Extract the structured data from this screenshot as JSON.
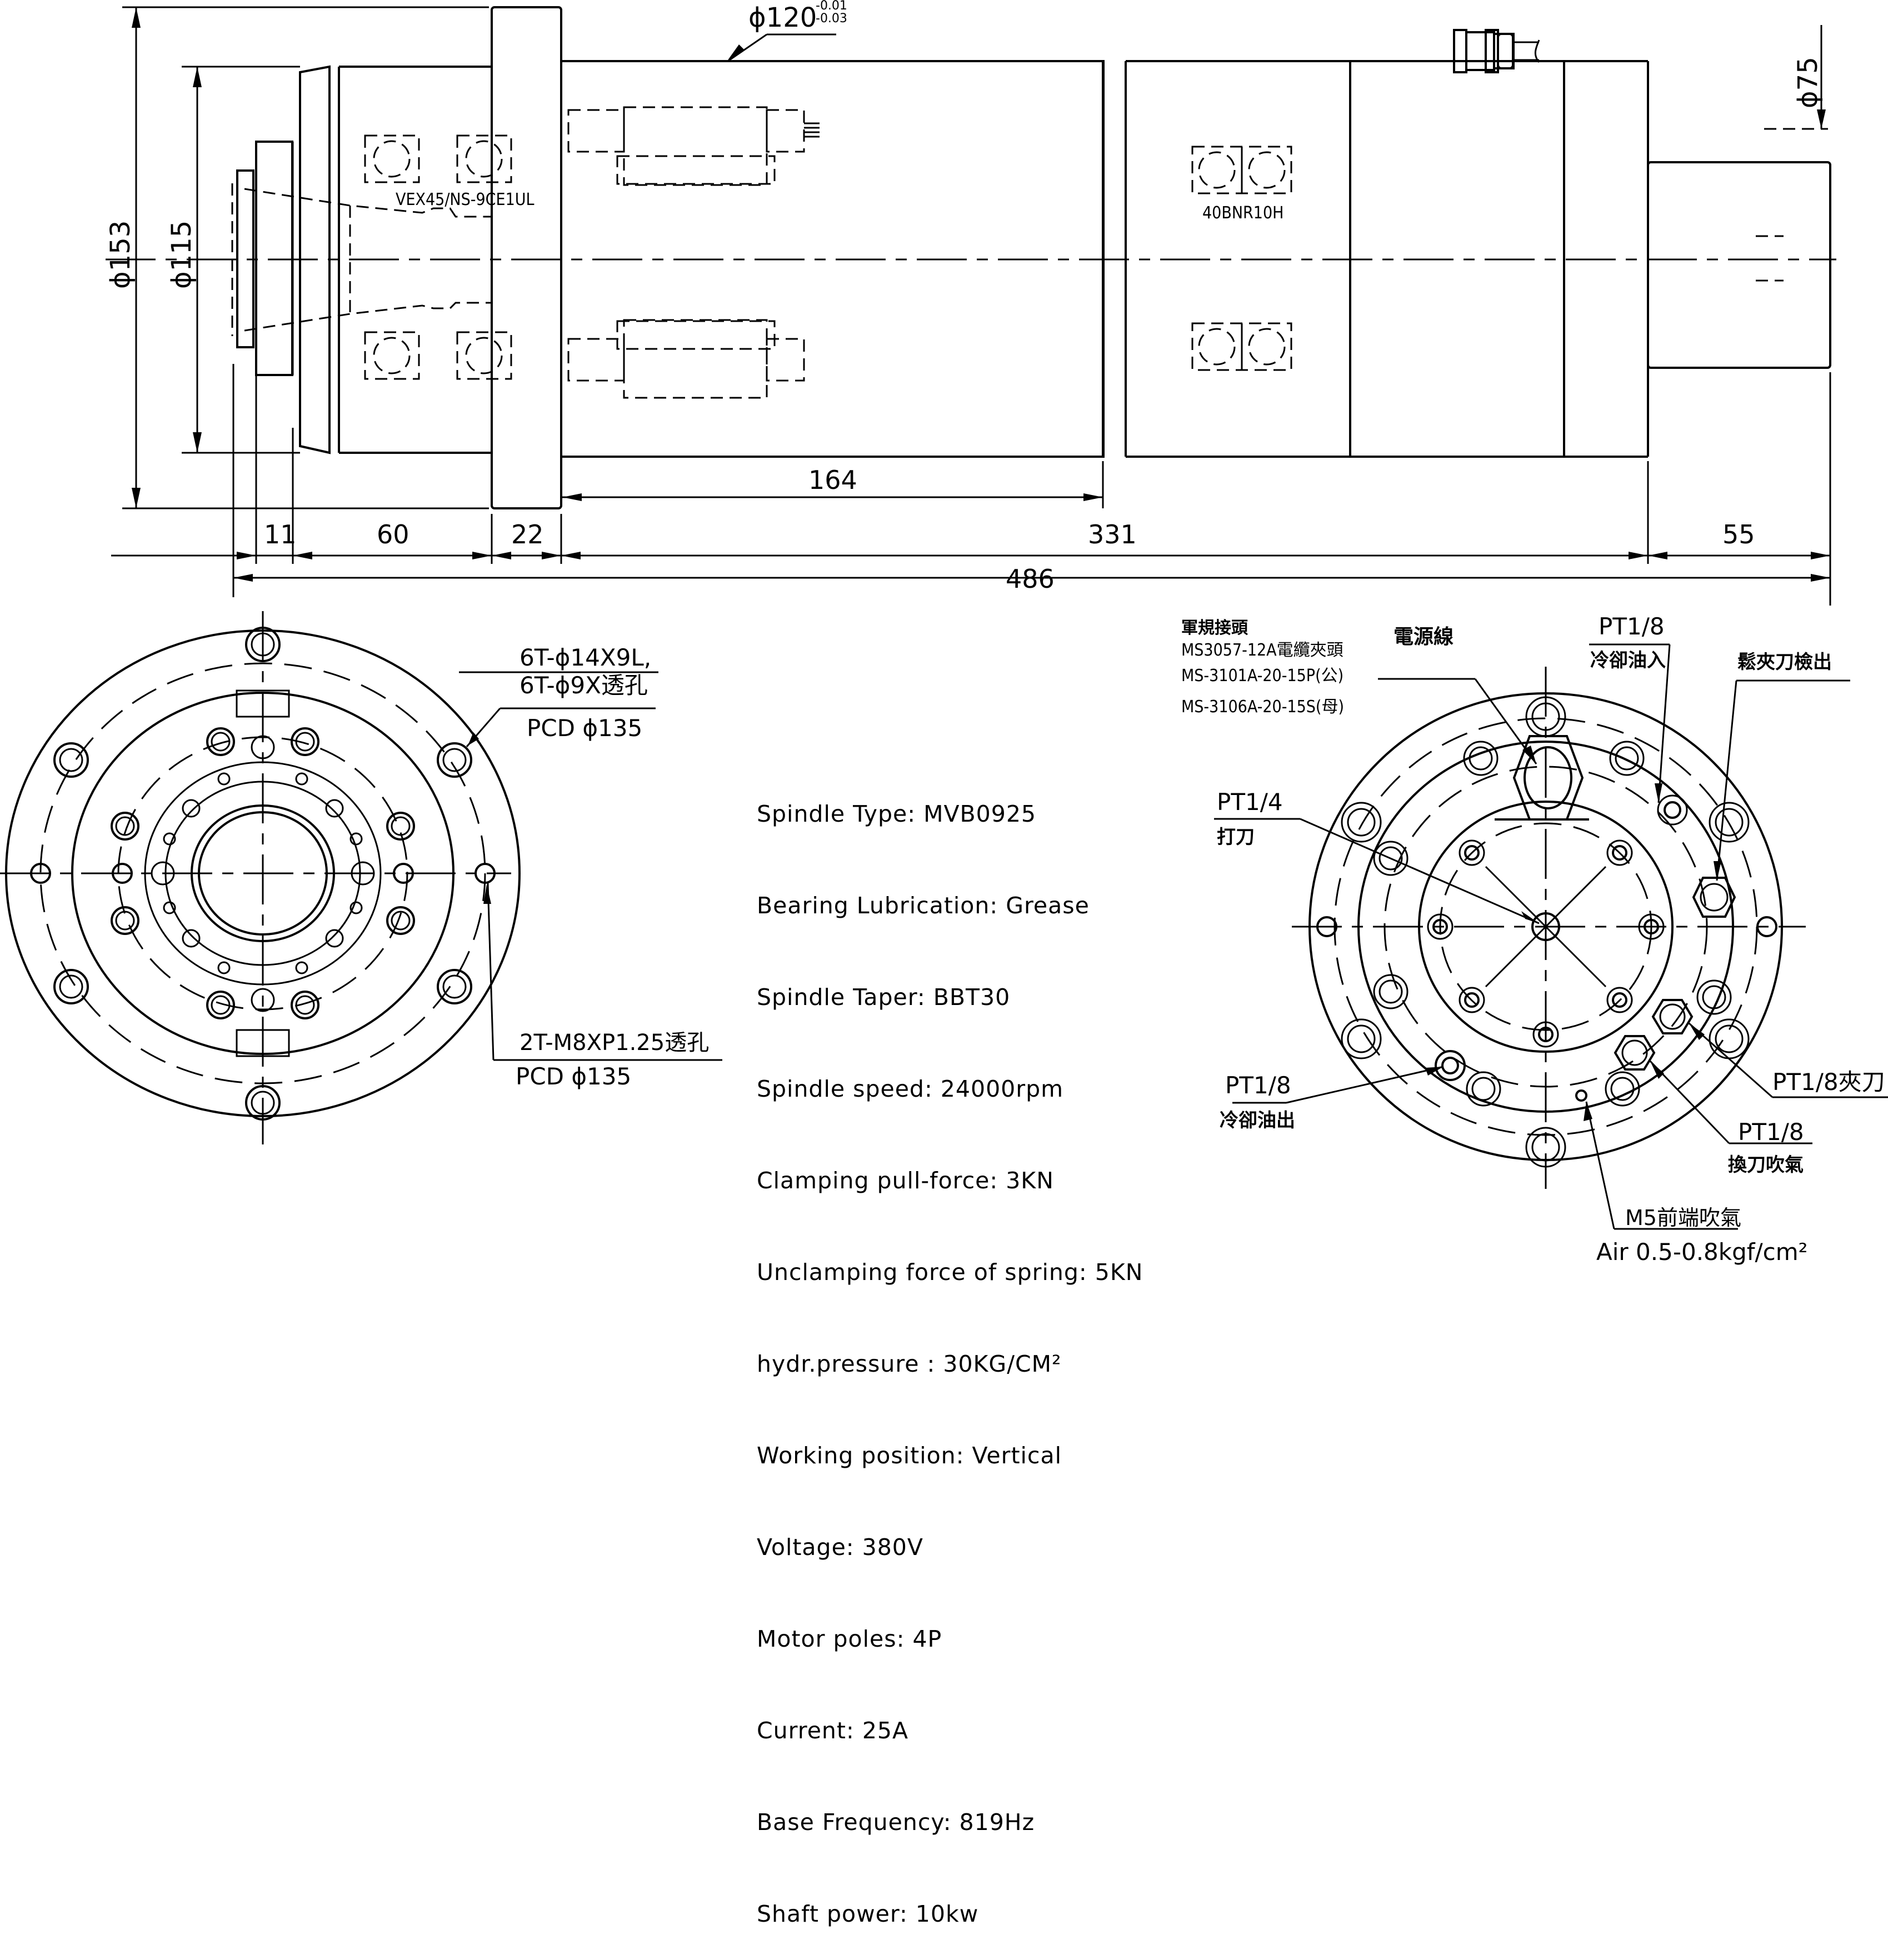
{
  "drawing": {
    "title": "Spindle MVB0925 outline drawing",
    "side_view": {
      "dimensions": {
        "overall_dia": "ϕ153",
        "front_dia": "ϕ115",
        "body_dia": "ϕ120",
        "body_dia_tol_upper": "-0.01",
        "body_dia_tol_lower": "-0.03",
        "rear_dia": "ϕ75",
        "len_11": "11",
        "len_60": "60",
        "len_22": "22",
        "len_164": "164",
        "len_331": "331",
        "len_55": "55",
        "len_total": "486"
      },
      "bearing_front_label": "VEX45/NS-9CE1UL",
      "bearing_rear_label": "40BNR10H"
    },
    "front_view": {
      "note_holes_line1": "6T-ϕ14X9L,",
      "note_holes_line2": "6T-ϕ9X透孔",
      "note_holes_pcd": "PCD ϕ135",
      "note_tap_line1": "2T-M8XP1.25透孔",
      "note_tap_pcd": "PCD ϕ135"
    },
    "rear_view": {
      "connector_title": "軍規接頭",
      "connector_line1": "MS3057-12A電纜夾頭",
      "connector_line2": "MS-3101A-20-15P(公)",
      "connector_line3": "MS-3106A-20-15S(母)",
      "power_cable": "電源線",
      "coolant_in_size": "PT1/8",
      "coolant_in_label": "冷卻油入",
      "unclamp_detect": "鬆夾刀檢出",
      "knock_size": "PT1/4",
      "knock_label": "打刀",
      "coolant_out_size": "PT1/8",
      "coolant_out_label": "冷卻油出",
      "clamp_label": "PT1/8夾刀",
      "toolchange_air_size": "PT1/8",
      "toolchange_air_label": "換刀吹氣",
      "front_air_label": "M5前端吹氣",
      "air_pressure": "Air 0.5-0.8kgf/cm²"
    },
    "specs": [
      "Spindle Type: MVB0925",
      "Bearing Lubrication: Grease",
      "Spindle Taper: BBT30",
      "Spindle speed: 24000rpm",
      "Clamping pull-force: 3KN",
      "Unclamping force of spring: 5KN",
      "hydr.pressure : 30KG/CM²",
      "Working position: Vertical",
      "Voltage: 380V",
      "Motor poles: 4P",
      "Current: 25A",
      "Base Frequency: 819Hz",
      "Shaft power: 10kw"
    ]
  }
}
